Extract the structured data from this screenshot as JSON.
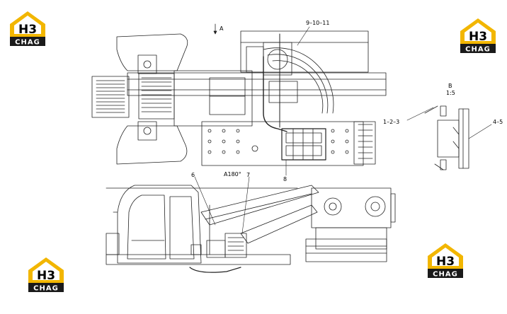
{
  "brand": {
    "logo_top": "H3",
    "logo_bottom": "CHAG",
    "accent_color": "#f2b600",
    "dark_color": "#1a1a1a"
  },
  "callouts": {
    "view_a": "A",
    "items_9_10_11": "9–10–11",
    "view_b": "B",
    "scale": "1:5",
    "items_1_2_3": "1–2–3",
    "items_4_5": "4–5",
    "item_6": "6",
    "view_a180": "A180°",
    "item_7": "7",
    "item_8": "8"
  }
}
